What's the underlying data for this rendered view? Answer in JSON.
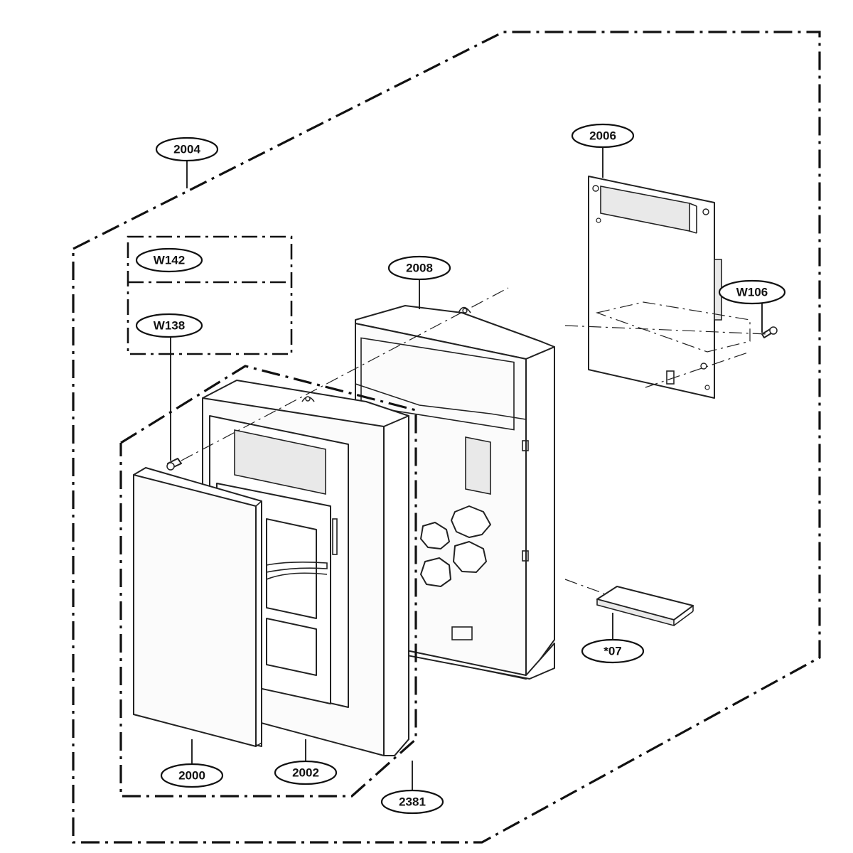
{
  "diagram": {
    "callouts": {
      "c2004": "2004",
      "c2006": "2006",
      "c2008": "2008",
      "cW142": "W142",
      "cW138": "W138",
      "cW106": "W106",
      "c2000": "2000",
      "c2002": "2002",
      "c2381": "2381",
      "c07": "*07"
    }
  }
}
